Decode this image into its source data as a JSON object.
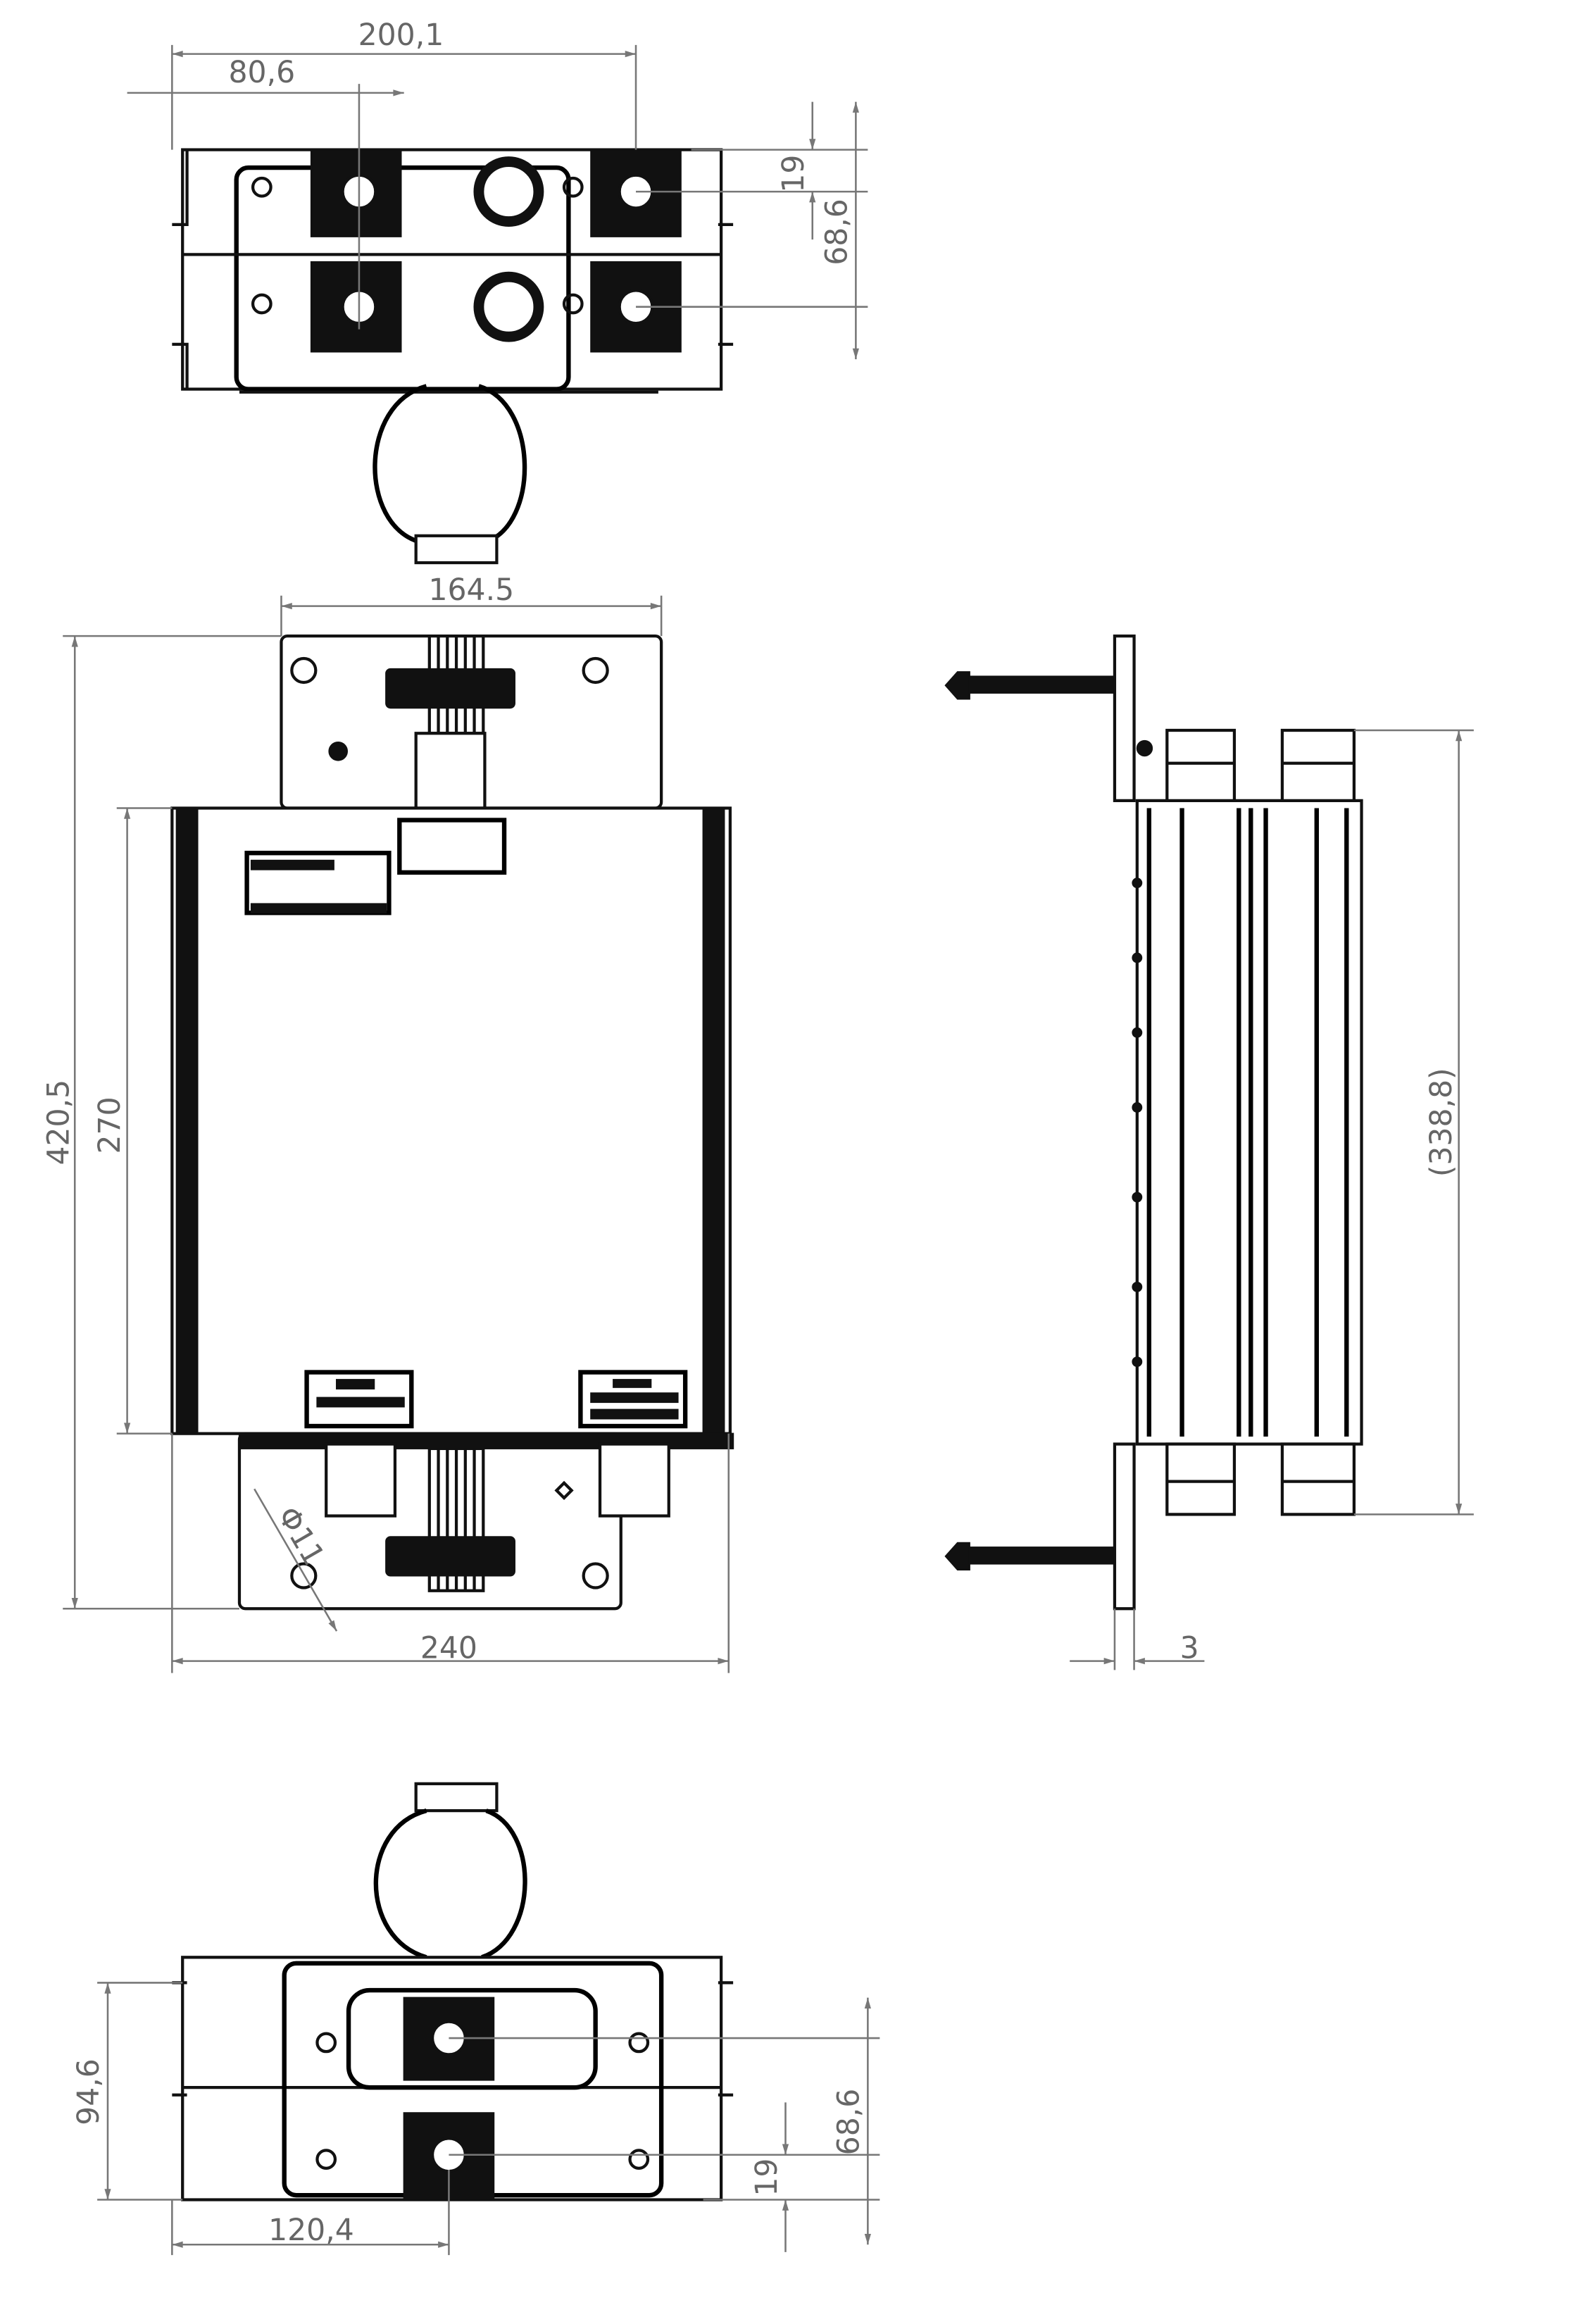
{
  "drawing": {
    "views": [
      "top-view",
      "front-view",
      "side-view",
      "bottom-view"
    ],
    "colors": {
      "line": "#111111",
      "dimension": "#777777",
      "background": "#ffffff"
    }
  },
  "top_view": {
    "dims": {
      "overall_connector_span": "200,1",
      "connector_offset": "80,6",
      "connector_row_offset": "19",
      "connector_row_span": "68,6"
    }
  },
  "front_view": {
    "dims": {
      "bracket_width": "164.5",
      "overall_height": "420,5",
      "body_height": "270",
      "body_width": "240",
      "hole_diameter": "Φ11"
    }
  },
  "side_view": {
    "dims": {
      "connector_span": "(338,8)",
      "bracket_thickness": "3"
    }
  },
  "bottom_view": {
    "dims": {
      "overall_depth": "94,6",
      "connector_offset": "120,4",
      "connector_row_span": "68,6",
      "connector_row_offset": "19"
    }
  }
}
